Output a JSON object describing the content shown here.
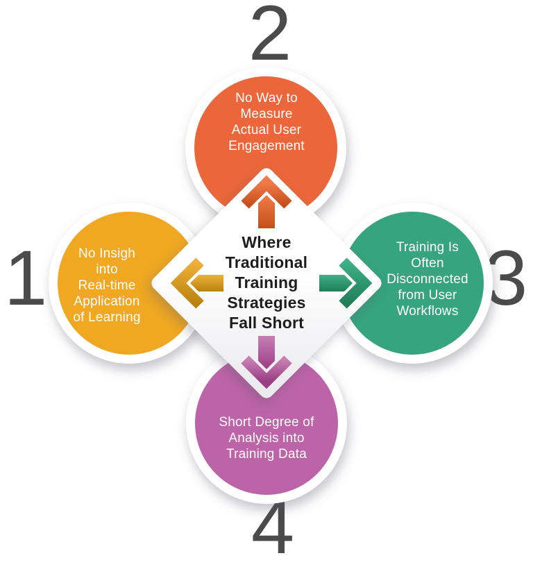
{
  "title": "Where Traditional Training Strategies Fall Short",
  "center": {
    "label": "Where\nTraditional\nTraining\nStrategies\nFall Short"
  },
  "items": [
    {
      "number": "1",
      "position": "left",
      "label": "No Insigh\ninto\nReal-time\nApplication\nof Learning",
      "color": "#F0A822"
    },
    {
      "number": "2",
      "position": "top",
      "label": "No Way to\nMeasure\nActual User\nEngagement",
      "color": "#EB673B"
    },
    {
      "number": "3",
      "position": "right",
      "label": "Training Is\nOften\nDisconnected\nfrom User\nWorkflows",
      "color": "#36A47E"
    },
    {
      "number": "4",
      "position": "bottom",
      "label": "Short Degree of\nAnalysis into\nTraining Data",
      "color": "#BD63A8"
    }
  ],
  "colors": {
    "orange": "#EB673B",
    "orange_light": "#F07B48",
    "orange_dark": "#C64F1B",
    "yellow": "#F0A822",
    "yellow_light": "#EFB13B",
    "yellow_dark": "#B8820A",
    "green": "#36A47E",
    "green_light": "#3FB189",
    "green_dark": "#1F7D58",
    "purple": "#BD63A8",
    "purple_light": "#C77FB3",
    "purple_dark": "#9A3F84",
    "number_gray": "#4B4B4B",
    "diamond_text": "#1D1D1D",
    "circle_text": "#FFFFFF"
  }
}
